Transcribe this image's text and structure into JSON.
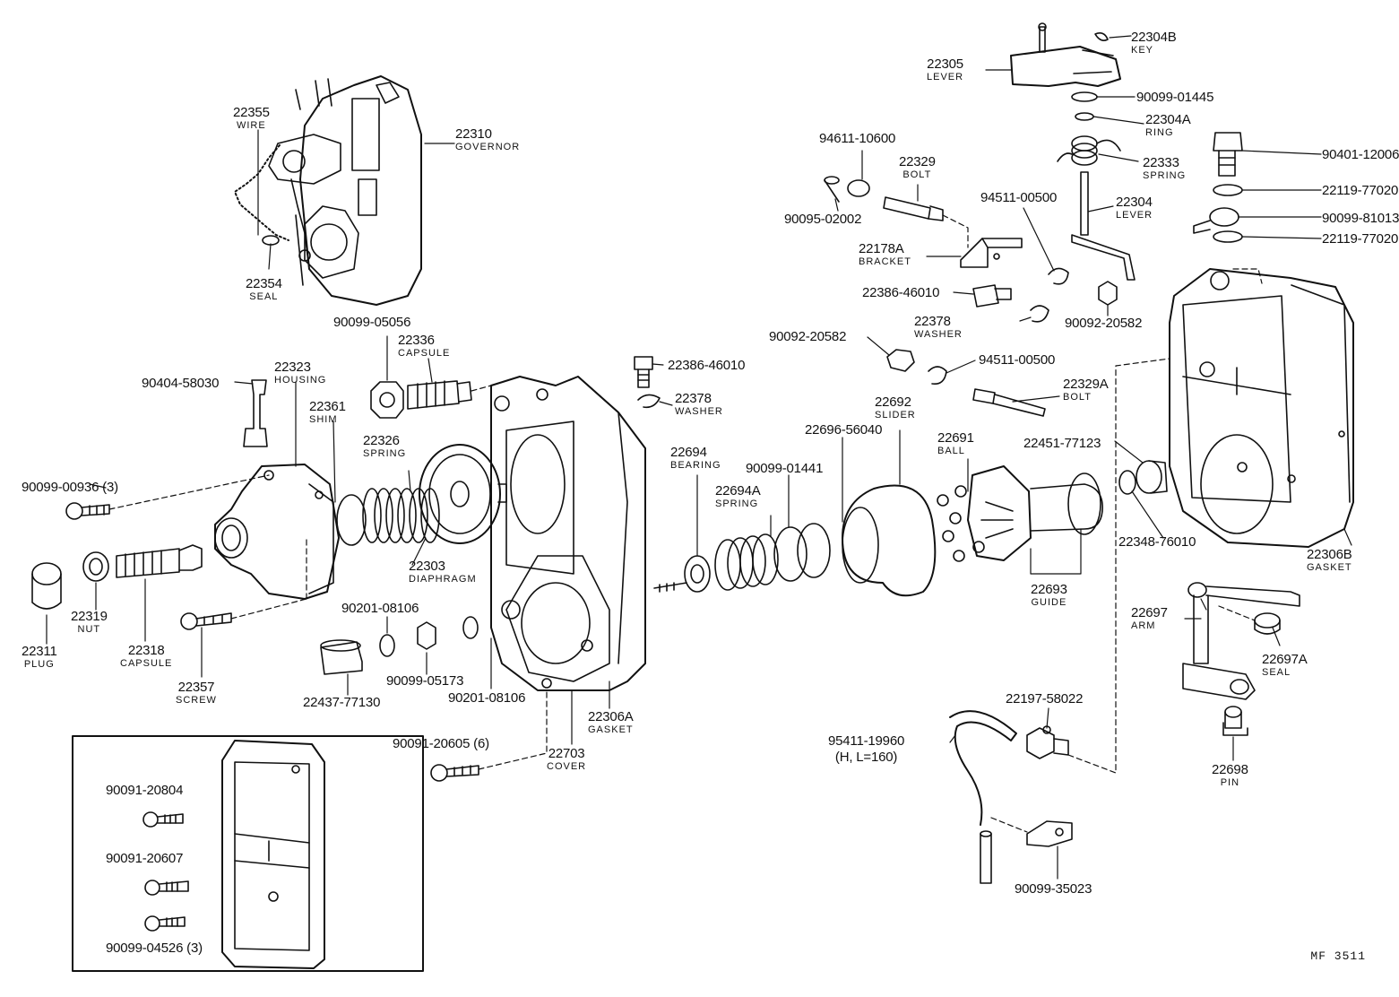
{
  "diagram_code": "MF 3511",
  "labels": {
    "l22304B": {
      "num": "22304B",
      "name": "KEY"
    },
    "l22305": {
      "num": "22305",
      "name": "LEVER"
    },
    "l90099_01445": {
      "num": "90099-01445"
    },
    "l22304A": {
      "num": "22304A",
      "name": "RING"
    },
    "l90401_12006": {
      "num": "90401-12006"
    },
    "l22333": {
      "num": "22333",
      "name": "SPRING"
    },
    "l22119_a": {
      "num": "22119-77020"
    },
    "l22304": {
      "num": "22304",
      "name": "LEVER"
    },
    "l90099_81013": {
      "num": "90099-81013"
    },
    "l22119_b": {
      "num": "22119-77020"
    },
    "l94611": {
      "num": "94611-10600"
    },
    "l22329": {
      "num": "22329",
      "name": "BOLT"
    },
    "l94511_a": {
      "num": "94511-00500"
    },
    "l90095": {
      "num": "90095-02002"
    },
    "l22178A": {
      "num": "22178A",
      "name": "BRACKET"
    },
    "l22386_b": {
      "num": "22386-46010"
    },
    "l22378_b": {
      "num": "22378",
      "name": "WASHER"
    },
    "l90092_a": {
      "num": "90092-20582"
    },
    "l90092_b": {
      "num": "90092-20582"
    },
    "l94511_b": {
      "num": "94511-00500"
    },
    "l22329A": {
      "num": "22329A",
      "name": "BOLT"
    },
    "l22355": {
      "num": "22355",
      "name": "WIRE"
    },
    "l22310": {
      "num": "22310",
      "name": "GOVERNOR"
    },
    "l22354": {
      "num": "22354",
      "name": "SEAL"
    },
    "l90099_05056": {
      "num": "90099-05056"
    },
    "l22336": {
      "num": "22336",
      "name": "CAPSULE"
    },
    "l90404": {
      "num": "90404-58030"
    },
    "l22323": {
      "num": "22323",
      "name": "HOUSING"
    },
    "l22361": {
      "num": "22361",
      "name": "SHIM"
    },
    "l22326": {
      "num": "22326",
      "name": "SPRING"
    },
    "l22386_a": {
      "num": "22386-46010"
    },
    "l22378_a": {
      "num": "22378",
      "name": "WASHER"
    },
    "l22692": {
      "num": "22692",
      "name": "SLIDER"
    },
    "l22696": {
      "num": "22696-56040"
    },
    "l22691": {
      "num": "22691",
      "name": "BALL"
    },
    "l22451": {
      "num": "22451-77123"
    },
    "l90099_00936": {
      "num": "90099-00936 (3)"
    },
    "l22694": {
      "num": "22694",
      "name": "BEARING"
    },
    "l90099_01441": {
      "num": "90099-01441"
    },
    "l22694A": {
      "num": "22694A",
      "name": "SPRING"
    },
    "l22303": {
      "num": "22303",
      "name": "DIAPHRAGM"
    },
    "l22348": {
      "num": "22348-76010"
    },
    "l22306B": {
      "num": "22306B",
      "name": "GASKET"
    },
    "l22693": {
      "num": "22693",
      "name": "GUIDE"
    },
    "l22311": {
      "num": "22311",
      "name": "PLUG"
    },
    "l22319": {
      "num": "22319",
      "name": "NUT"
    },
    "l22318": {
      "num": "22318",
      "name": "CAPSULE"
    },
    "l22357": {
      "num": "22357",
      "name": "SCREW"
    },
    "l90201_a": {
      "num": "90201-08106"
    },
    "l90099_05173": {
      "num": "90099-05173"
    },
    "l22437": {
      "num": "22437-77130"
    },
    "l90201_b": {
      "num": "90201-08106"
    },
    "l22306A": {
      "num": "22306A",
      "name": "GASKET"
    },
    "l22703": {
      "num": "22703",
      "name": "COVER"
    },
    "l90091_20605": {
      "num": "90091-20605 (6)"
    },
    "l22697": {
      "num": "22697",
      "name": "ARM"
    },
    "l22697A": {
      "num": "22697A",
      "name": "SEAL"
    },
    "l22197": {
      "num": "22197-58022"
    },
    "l95411": {
      "num": "95411-19960",
      "name": "(H, L=160)"
    },
    "l22698": {
      "num": "22698",
      "name": "PIN"
    },
    "l90099_35023": {
      "num": "90099-35023"
    },
    "l90091_20804": {
      "num": "90091-20804"
    },
    "l90091_20607": {
      "num": "90091-20607"
    },
    "l90099_04526": {
      "num": "90099-04526 (3)"
    }
  }
}
